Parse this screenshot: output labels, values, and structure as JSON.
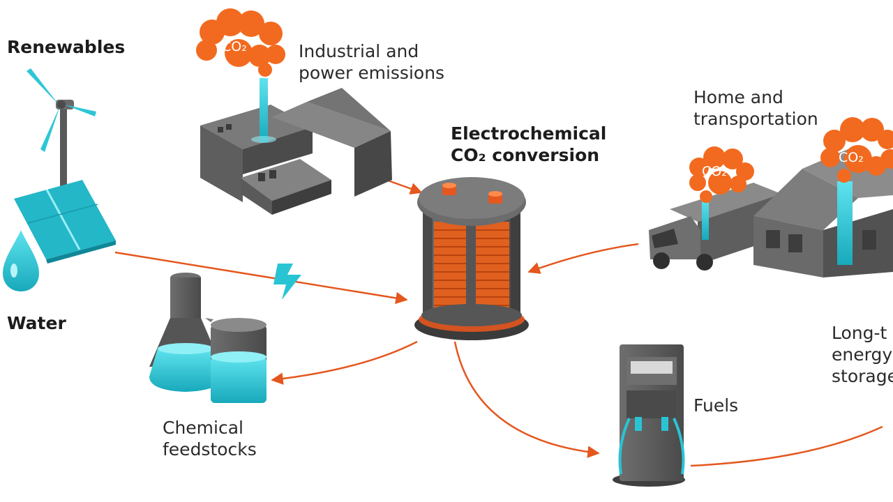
{
  "labels": {
    "renewables": "Renewables",
    "water": "Water",
    "industrial": [
      "Industrial and",
      "power emissions"
    ],
    "conversion": [
      "Electrochemical",
      "CO₂ conversion"
    ],
    "home": [
      "Home and",
      "transportation"
    ],
    "long_term": [
      "Long-t",
      "energy",
      "storage"
    ],
    "chemical": [
      "Chemical",
      "feedstocks"
    ],
    "fuels": "Fuels"
  },
  "clouds": {
    "factory": "CO₂",
    "truck": "CO₂",
    "house": "CO₂"
  },
  "icons": [
    "wind-turbine-icon",
    "solar-panel-icon",
    "water-drop-icon",
    "factory-icon",
    "electrochemical-cell-icon",
    "lightning-bolt-icon",
    "truck-icon",
    "house-icon",
    "lab-flask-icon",
    "beaker-icon",
    "fuel-pump-icon"
  ],
  "colors": {
    "arrow": "#e4571f",
    "cloud": "#f26a1f",
    "cyan": "#29c4d4",
    "gray": "#5a5a5a"
  }
}
